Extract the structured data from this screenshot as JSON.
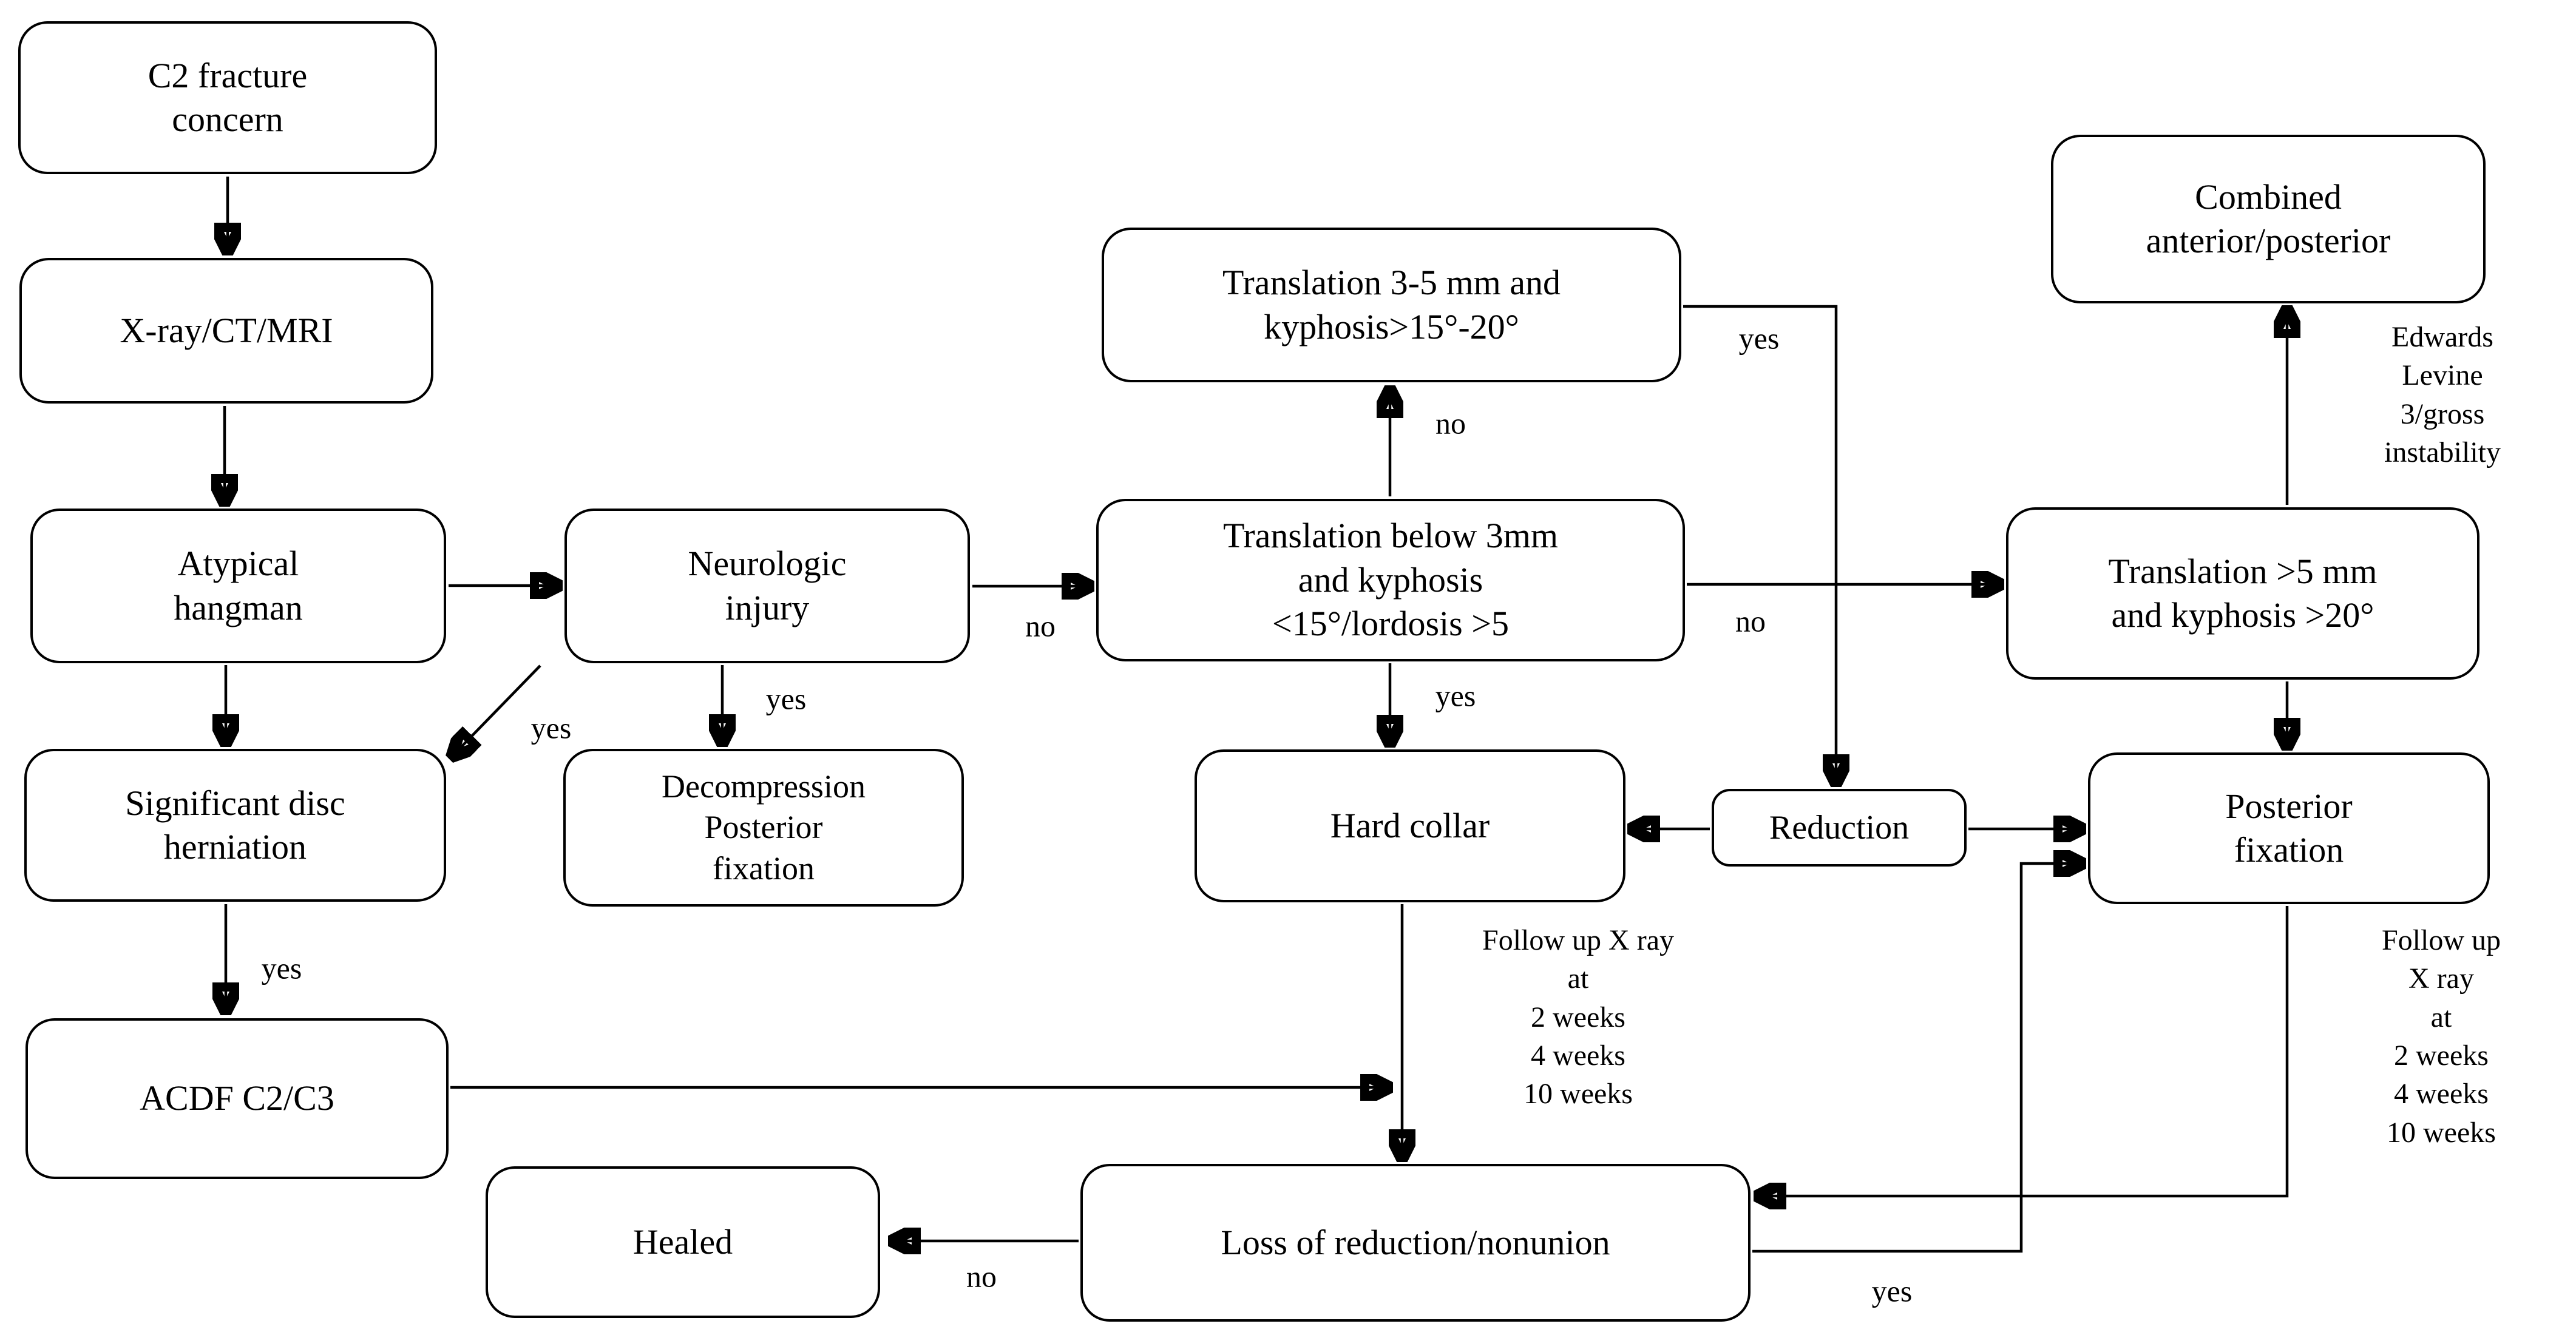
{
  "diagram": {
    "type": "flowchart",
    "topic": "C2 fracture (atypical hangman) management algorithm",
    "colors": {
      "background": "#ffffff",
      "box_fill": "#ffffff",
      "box_border": "#000000",
      "text": "#000000",
      "arrow": "#000000"
    },
    "nodes": {
      "c2_concern": {
        "label": "C2 fracture\nconcern"
      },
      "xray": {
        "label": "X-ray/CT/MRI"
      },
      "atypical": {
        "label": "Atypical\nhangman"
      },
      "neurologic": {
        "label": "Neurologic\ninjury"
      },
      "disc": {
        "label": "Significant disc\nherniation"
      },
      "decompression": {
        "label": "Decompression\nPosterior\nfixation"
      },
      "acdf": {
        "label": "ACDF C2/C3"
      },
      "trans_3_5": {
        "label": "Translation 3-5 mm and\nkyphosis>15°-20°"
      },
      "trans_below3": {
        "label": "Translation below 3mm\nand kyphosis\n<15°/lordosis >5"
      },
      "trans_over5": {
        "label": "Translation >5 mm\nand kyphosis >20°"
      },
      "combined": {
        "label": "Combined\nanterior/posterior"
      },
      "hard_collar": {
        "label": "Hard collar"
      },
      "reduction": {
        "label": "Reduction"
      },
      "posterior": {
        "label": "Posterior\nfixation"
      },
      "healed": {
        "label": "Healed"
      },
      "loss": {
        "label": "Loss of reduction/nonunion"
      }
    },
    "edges": [
      {
        "from": "c2_concern",
        "to": "xray",
        "label": ""
      },
      {
        "from": "xray",
        "to": "atypical",
        "label": ""
      },
      {
        "from": "atypical",
        "to": "neurologic",
        "label": ""
      },
      {
        "from": "atypical",
        "to": "disc",
        "label": ""
      },
      {
        "from": "neurologic",
        "to": "disc",
        "label": "yes"
      },
      {
        "from": "neurologic",
        "to": "decompression",
        "label": "yes"
      },
      {
        "from": "neurologic",
        "to": "trans_below3",
        "label": "no"
      },
      {
        "from": "trans_below3",
        "to": "trans_3_5",
        "label": "no"
      },
      {
        "from": "trans_3_5",
        "to": "reduction",
        "label": "yes"
      },
      {
        "from": "trans_below3",
        "to": "hard_collar",
        "label": "yes"
      },
      {
        "from": "trans_below3",
        "to": "trans_over5",
        "label": "no"
      },
      {
        "from": "trans_over5",
        "to": "combined",
        "label": "Edwards\nLevine\n3/gross\ninstability"
      },
      {
        "from": "trans_over5",
        "to": "posterior",
        "label": ""
      },
      {
        "from": "reduction",
        "to": "hard_collar",
        "label": ""
      },
      {
        "from": "reduction",
        "to": "posterior",
        "label": ""
      },
      {
        "from": "hard_collar",
        "to": "loss",
        "label": "Follow up X ray\nat\n2 weeks\n4 weeks\n10 weeks"
      },
      {
        "from": "acdf",
        "to": "loss",
        "label": ""
      },
      {
        "from": "posterior",
        "to": "loss",
        "label": "Follow up X ray\nat\n2 weeks\n4 weeks\n10 weeks"
      },
      {
        "from": "disc",
        "to": "acdf",
        "label": "yes"
      },
      {
        "from": "loss",
        "to": "healed",
        "label": "no"
      },
      {
        "from": "loss",
        "to": "posterior",
        "label": "yes"
      }
    ]
  }
}
